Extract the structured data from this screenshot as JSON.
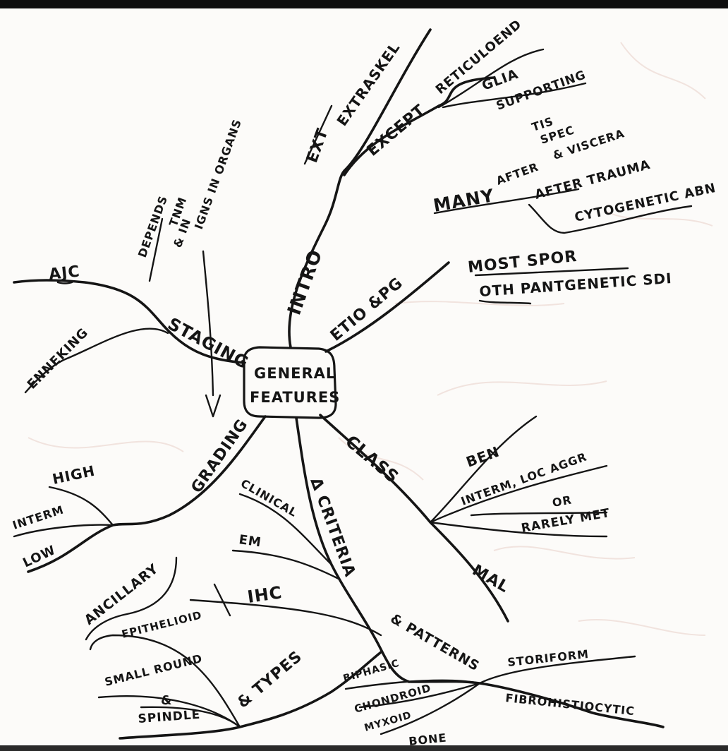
{
  "center": {
    "line1": "GENERAL",
    "line2": "FEATURES"
  },
  "branches": {
    "intro": "INTRO",
    "intro_sub": {
      "extraskel": "EXTRASKEL",
      "extraskel_marked": "EXT",
      "except": "EXCEPT",
      "reticuloend": "RETICULOEND",
      "glia": "GLIA",
      "supporting": "SUPPORTING",
      "tis_line1": "TIS",
      "tis_line2": "SPEC",
      "tis_line3": "& VISCERA",
      "many": "MANY",
      "many_up": "AFTER",
      "many_sub1": "AFTER TRAUMA",
      "many_sub2": "CYTOGENETIC ABN"
    },
    "etio": "ETIO &PG",
    "etio_sub": {
      "line1": "MOST SPOR",
      "line2": "OTH PANTGENETIC SDI"
    },
    "staging": "STAGING",
    "staging_sub": {
      "ajc": "AJC",
      "enneking": "ENNEKING",
      "note1": "DEPENDS",
      "note2": "TNM",
      "note3": "& IN",
      "note4": "IGNS IN ORGANS"
    },
    "grading": "GRADING",
    "grading_sub": {
      "high": "HIGH",
      "intermediate": "INTERM",
      "low": "LOW"
    },
    "class": "CLASS",
    "class_sub": {
      "ben": "BEN",
      "interm": "INTERM, LOC AGGR",
      "or": "OR",
      "rarely": "RARELY MET",
      "mal": "MAL"
    },
    "criteria": "Δ CRITERIA",
    "criteria_sub": {
      "clinical": "CLINICAL",
      "em": "EM",
      "ihc": "IHC",
      "ancillary": "ANCILLARY",
      "epithelioid": "EPITHELIOID",
      "small_round": "SMALL ROUND",
      "amp": "&",
      "spindle": "SPINDLE",
      "types": "& TYPES",
      "patterns": "& PATTERNS",
      "biphasic": "BIPHASIC",
      "chondro": "CHONDROID",
      "myxoid": "MYXOID",
      "bone": "BONE",
      "storiform": "STORIFORM",
      "fibrohistiocytic": "FIBROHISTIOCYTIC"
    }
  }
}
